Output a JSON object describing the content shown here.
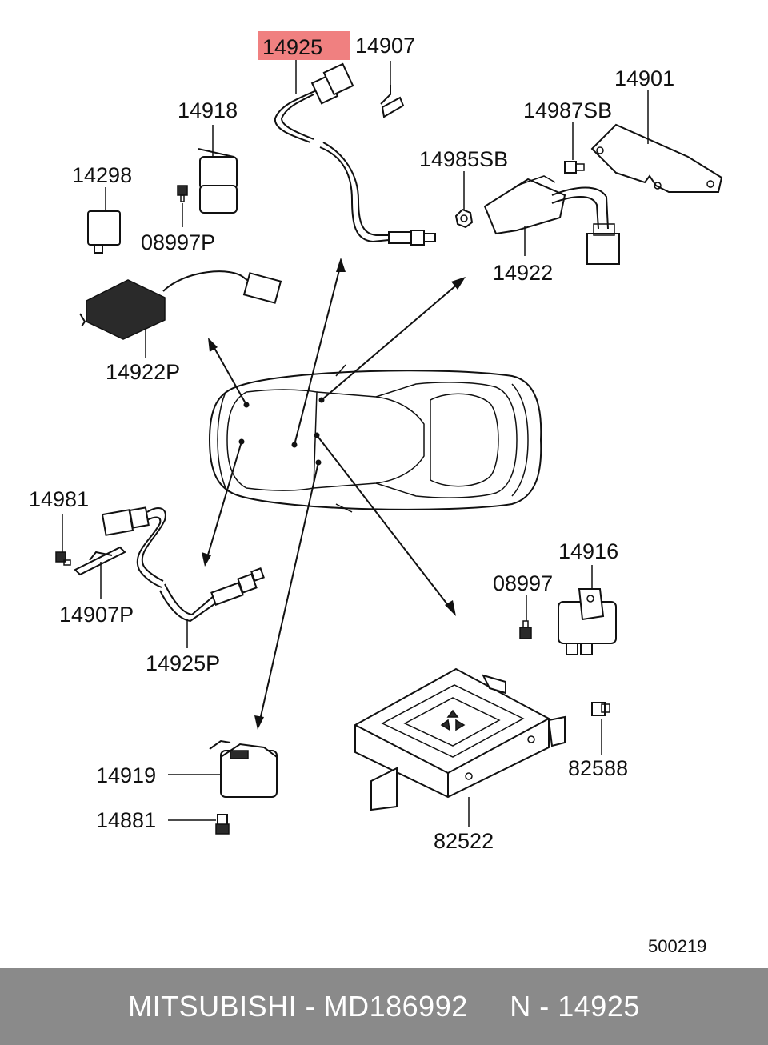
{
  "highlight_color": "#f08080",
  "parts": {
    "p14925": "14925",
    "p14907": "14907",
    "p14901": "14901",
    "p14918": "14918",
    "p14987SB": "14987SB",
    "p14298": "14298",
    "p14985SB": "14985SB",
    "p08997P": "08997P",
    "p14922": "14922",
    "p14922P": "14922P",
    "p14981": "14981",
    "p14916": "14916",
    "p08997": "08997",
    "p14907P": "14907P",
    "p14925P": "14925P",
    "p82588": "82588",
    "p14919": "14919",
    "p14881": "14881",
    "p82522": "82522"
  },
  "diagram_ref": "500219",
  "footer": {
    "brand": "MITSUBISHI",
    "part_number": "MD186992",
    "ref": "N - 14925"
  }
}
